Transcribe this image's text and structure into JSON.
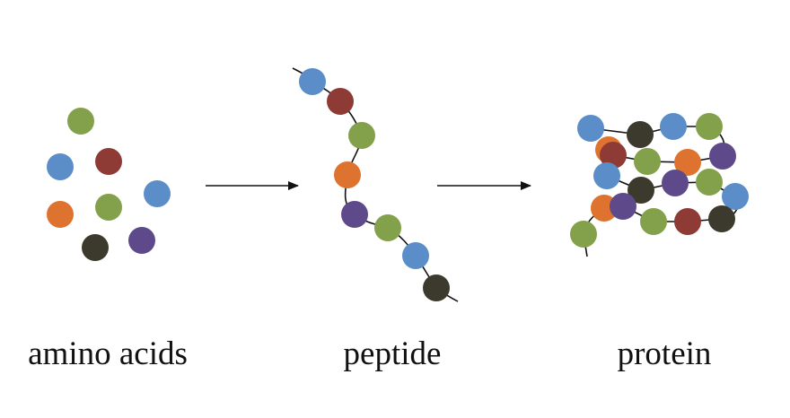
{
  "colors": {
    "blue": "#5b8dc9",
    "red": "#8e3a35",
    "green": "#83a04a",
    "orange": "#de7330",
    "purple": "#5e4a8a",
    "dark": "#3b3a2c",
    "line": "#111111"
  },
  "stages": [
    {
      "label": "amino acids",
      "beads": [
        "green",
        "blue",
        "red",
        "blue",
        "orange",
        "green",
        "dark",
        "purple"
      ]
    },
    {
      "label": "peptide",
      "beads": [
        "blue",
        "red",
        "green",
        "orange",
        "purple",
        "green",
        "blue",
        "dark"
      ]
    },
    {
      "label": "protein",
      "beads": [
        "blue",
        "dark",
        "blue",
        "green",
        "orange",
        "red",
        "green",
        "orange",
        "purple",
        "blue",
        "dark",
        "purple",
        "green",
        "blue",
        "orange",
        "purple",
        "green",
        "red",
        "dark",
        "green"
      ]
    }
  ]
}
